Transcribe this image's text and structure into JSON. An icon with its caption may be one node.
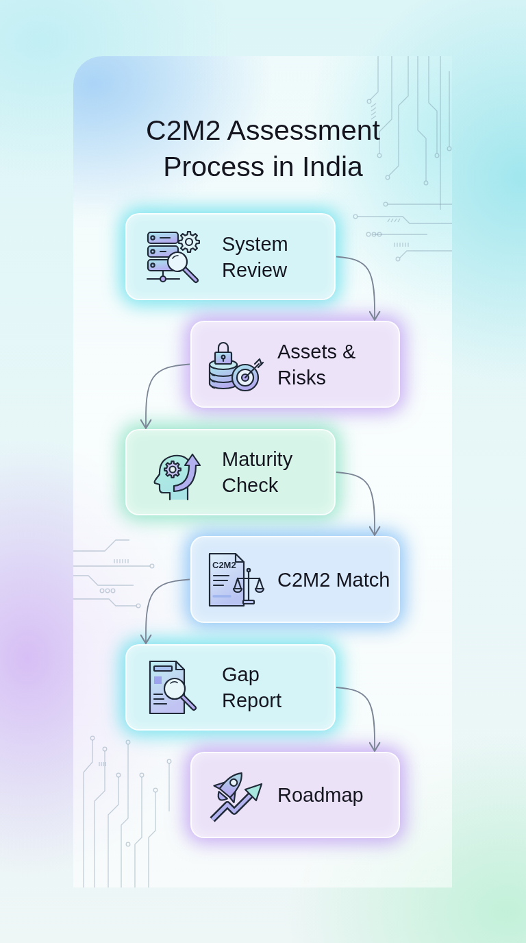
{
  "diagram": {
    "title": "C2M2 Assessment Process in India",
    "nodes": [
      {
        "text": [
          "System Review"
        ]
      },
      {
        "text": [
          "Assets & Risks"
        ]
      },
      {
        "text": [
          "Maturity Check"
        ]
      },
      {
        "text": [
          "C2M2",
          "C2M2 Match"
        ]
      },
      {
        "text": [
          "Gap Report"
        ]
      },
      {
        "text": [
          "Roadmap"
        ]
      }
    ],
    "edges": [
      {
        "from": 0,
        "to": 1,
        "arrow": "to"
      },
      {
        "from": 1,
        "to": 2,
        "arrow": "to"
      },
      {
        "from": 2,
        "to": 3,
        "arrow": "to"
      },
      {
        "from": 3,
        "to": 4,
        "arrow": "to"
      },
      {
        "from": 4,
        "to": 5,
        "arrow": "to"
      }
    ]
  }
}
